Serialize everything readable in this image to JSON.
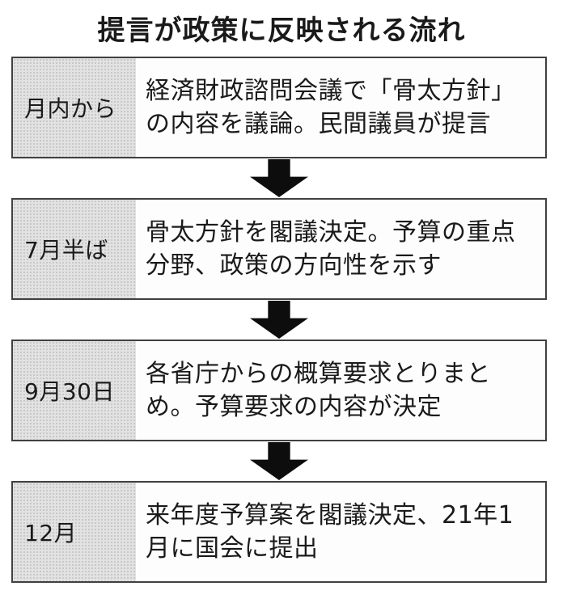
{
  "title": "提言が政策に反映される流れ",
  "colors": {
    "background": "#ffffff",
    "text": "#1a1a1a",
    "border": "#404040",
    "label_bg": "#e2e2e2",
    "label_dot": "#c6c6c6",
    "arrow": "#0d0d0d"
  },
  "steps": [
    {
      "date": "月内から",
      "description": "経済財政諮問会議で「骨太方針」の内容を議論。民間議員が提言"
    },
    {
      "date": "7月半ば",
      "description": "骨太方針を閣議決定。予算の重点分野、政策の方向性を示す"
    },
    {
      "date": "9月30日",
      "description": "各省庁からの概算要求とりまとめ。予算要求の内容が決定"
    },
    {
      "date": "12月",
      "description": "来年度予算案を閣議決定、21年1月に国会に提出"
    }
  ]
}
